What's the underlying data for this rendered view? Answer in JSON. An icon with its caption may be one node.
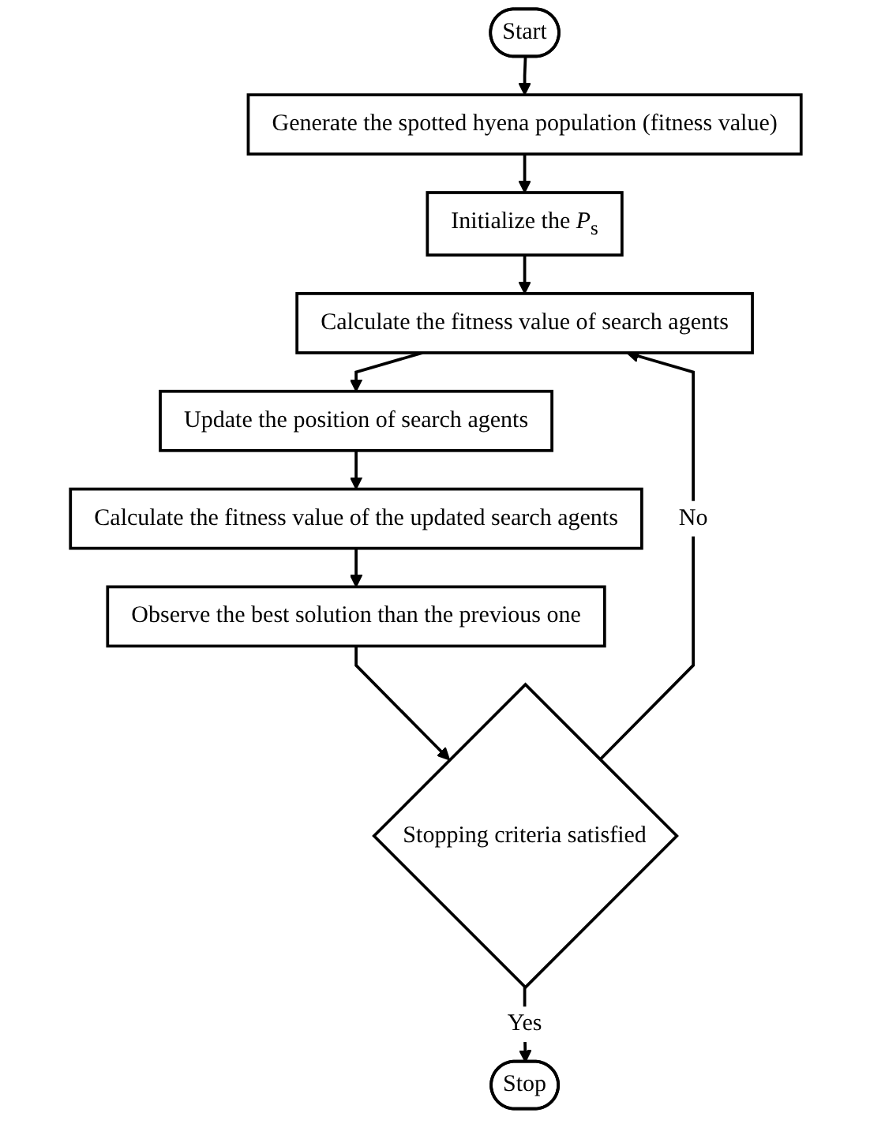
{
  "diagram": {
    "nodes": [
      {
        "text": [
          "Start"
        ]
      },
      {
        "text": [
          "Generate the spotted hyena population (fitness value)"
        ]
      },
      {
        "text": [
          "Initialize the *P*$_{s}$"
        ]
      },
      {
        "text": [
          "Calculate the fitness value of search agents"
        ]
      },
      {
        "text": [
          "Update the position of search agents"
        ]
      },
      {
        "text": [
          "Calculate the fitness value of the updated search agents"
        ]
      },
      {
        "text": [
          "Observe the best solution than the previous one"
        ]
      },
      {
        "text": [
          "Stopping criteria satisfied"
        ]
      },
      {
        "text": [
          "Stop"
        ]
      }
    ],
    "edges": [
      {
        "from": 0,
        "to": 1,
        "arrow": "to"
      },
      {
        "from": 1,
        "to": 2,
        "arrow": "to"
      },
      {
        "from": 2,
        "to": 3,
        "arrow": "to"
      },
      {
        "from": 3,
        "to": 4,
        "arrow": "to"
      },
      {
        "from": 4,
        "to": 5,
        "arrow": "to"
      },
      {
        "from": 5,
        "to": 6,
        "arrow": "to"
      },
      {
        "from": 6,
        "to": 7,
        "arrow": "to"
      },
      {
        "from": 7,
        "to": 3,
        "label": "No",
        "arrow": "to"
      },
      {
        "from": 7,
        "to": 8,
        "label": "Yes",
        "arrow": "to"
      }
    ]
  }
}
